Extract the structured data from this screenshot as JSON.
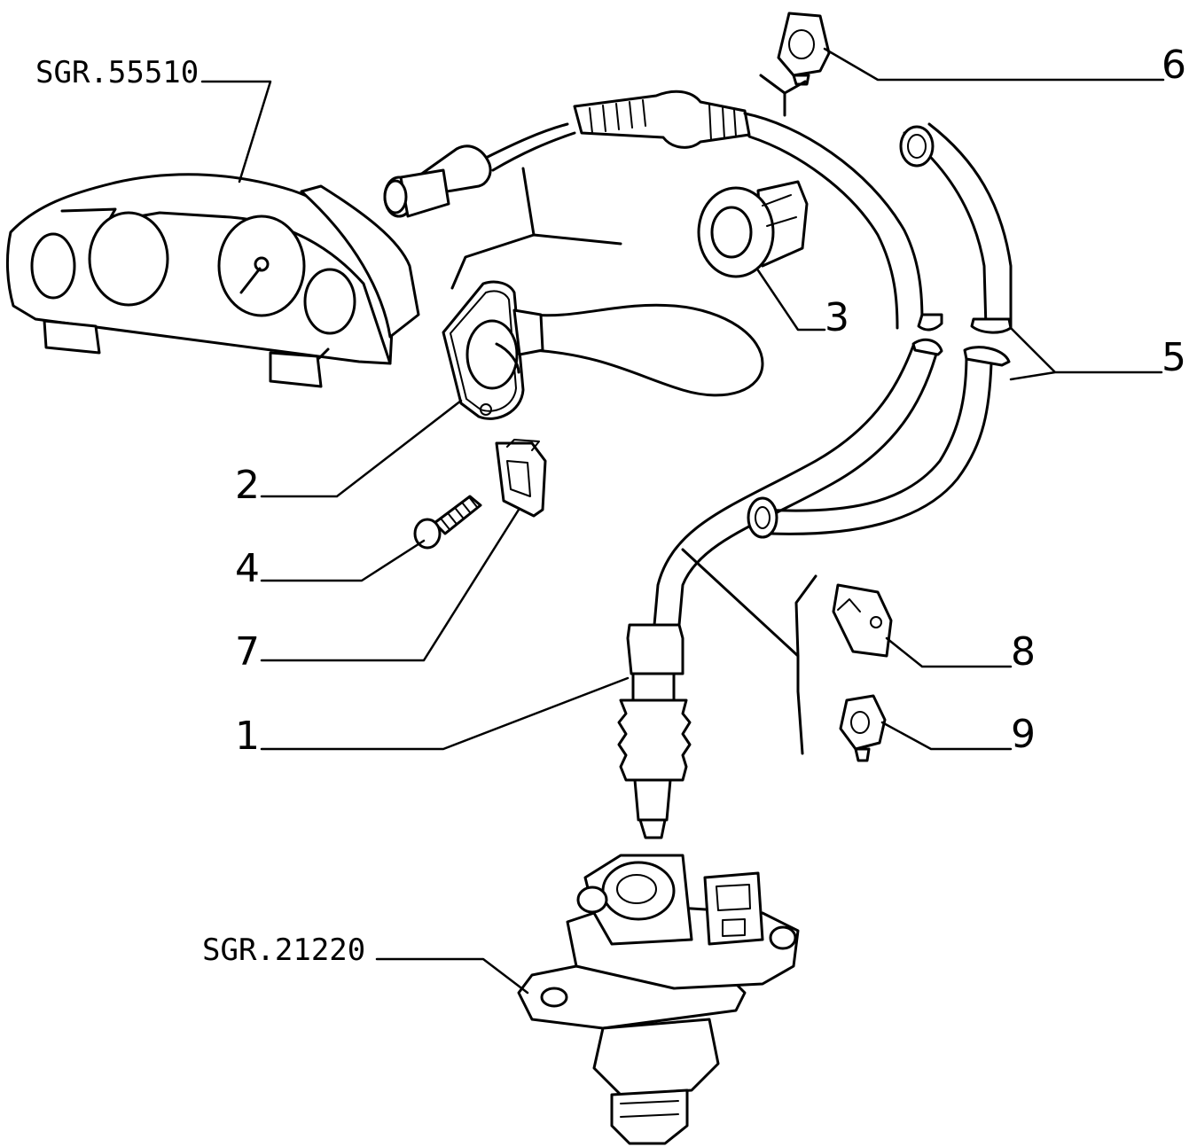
{
  "references": {
    "dashboard": "SGR.55510",
    "transmitter": "SGR.21220"
  },
  "callouts": {
    "c1": "1",
    "c2": "2",
    "c3": "3",
    "c4": "4",
    "c5": "5",
    "c6": "6",
    "c7": "7",
    "c8": "8",
    "c9": "9"
  }
}
